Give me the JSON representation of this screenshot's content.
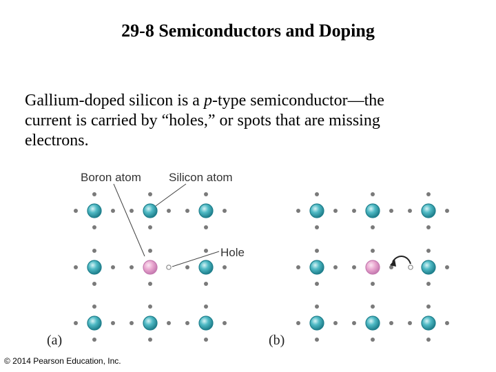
{
  "slide": {
    "title": "29-8 Semiconductors and Doping",
    "body": {
      "line1_pre": "Gallium-doped silicon is a ",
      "line1_italic": "p",
      "line1_post": "-type semiconductor—the",
      "line2": "current is carried by “holes,” or spots that are missing",
      "line3": "electrons."
    },
    "figure": {
      "labels": {
        "boron_atom": "Boron atom",
        "silicon_atom": "Silicon atom",
        "hole": "Hole",
        "panel_a": "(a)",
        "panel_b": "(b)"
      },
      "colors": {
        "silicon_fill": "#3fa9b5",
        "silicon_edge": "#1f7f8c",
        "boron_fill": "#e9a6cf",
        "boron_edge": "#c57ab0",
        "electron": "#7a7a7a",
        "hole_stroke": "#8a8a8a",
        "arrow": "#222222"
      }
    },
    "copyright": "© 2014 Pearson Education, Inc."
  }
}
